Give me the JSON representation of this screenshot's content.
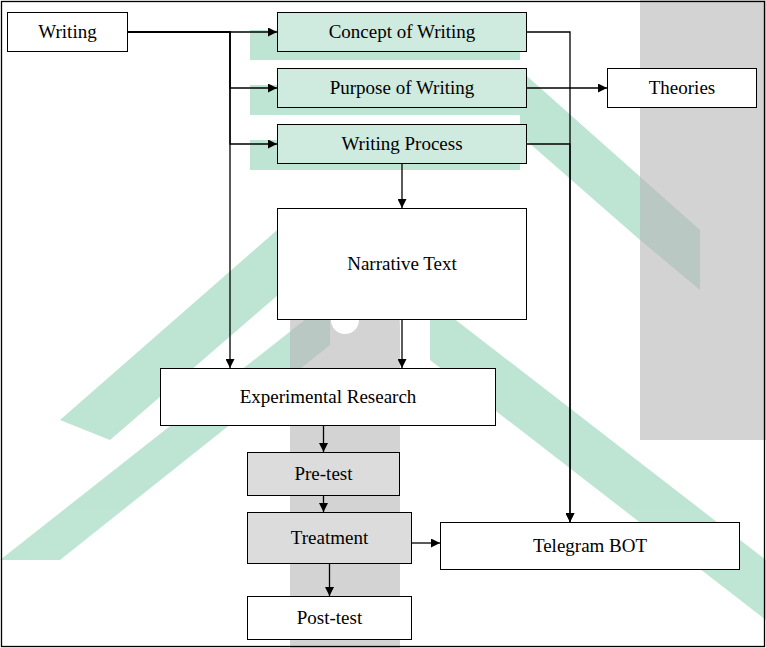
{
  "diagram": {
    "nodes": [
      {
        "text": [
          "Writing"
        ]
      },
      {
        "text": [
          "Concept of Writing"
        ]
      },
      {
        "text": [
          "Purpose of Writing"
        ]
      },
      {
        "text": [
          "Theories"
        ]
      },
      {
        "text": [
          "Writing Process"
        ]
      },
      {
        "text": [
          "Narrative Text"
        ]
      },
      {
        "text": [
          "Experimental Research"
        ]
      },
      {
        "text": [
          "Pre-test"
        ]
      },
      {
        "text": [
          "Treatment"
        ]
      },
      {
        "text": [
          "Telegram BOT"
        ]
      },
      {
        "text": [
          "Post-test"
        ]
      }
    ],
    "edges": [
      {
        "from": 0,
        "to": 1,
        "arrow": "to"
      },
      {
        "from": 0,
        "to": 2,
        "arrow": "to"
      },
      {
        "from": 0,
        "to": 4,
        "arrow": "to"
      },
      {
        "from": 0,
        "to": 6,
        "arrow": "to"
      },
      {
        "from": 2,
        "to": 3,
        "arrow": "to"
      },
      {
        "from": 1,
        "to": 9,
        "arrow": "to"
      },
      {
        "from": 4,
        "to": 9,
        "arrow": "to"
      },
      {
        "from": 4,
        "to": 5,
        "arrow": "to"
      },
      {
        "from": 5,
        "to": 6,
        "arrow": "to"
      },
      {
        "from": 6,
        "to": 7,
        "arrow": "to"
      },
      {
        "from": 7,
        "to": 8,
        "arrow": "to"
      },
      {
        "from": 8,
        "to": 10,
        "arrow": "to"
      },
      {
        "from": 8,
        "to": 9,
        "arrow": "to"
      }
    ]
  }
}
